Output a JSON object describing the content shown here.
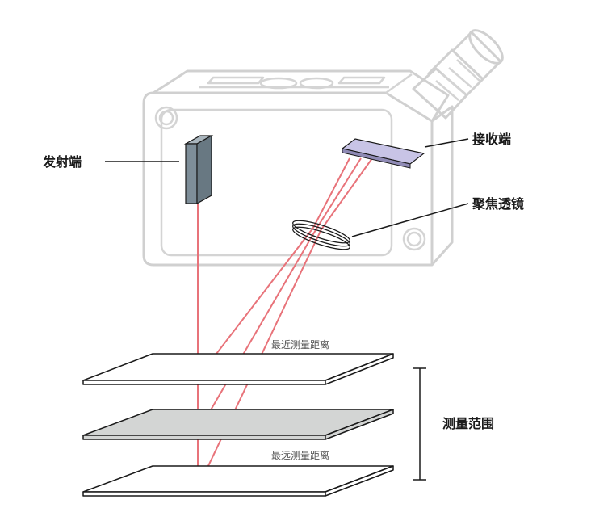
{
  "labels": {
    "emitter": "发射端",
    "receiver": "接收端",
    "focus_lens": "聚焦透镜",
    "nearest_distance": "最近测量距离",
    "farthest_distance": "最远测量距离",
    "measurement_range": "测量范围"
  },
  "colors": {
    "beam": "#e8737a",
    "housing_outline": "#d0d0d0",
    "emitter_block": "#7e8e99",
    "receiver_plate": "#c8c4e6",
    "middle_plate_fill": "#d3d5d4",
    "outline": "#1a1a1a"
  }
}
